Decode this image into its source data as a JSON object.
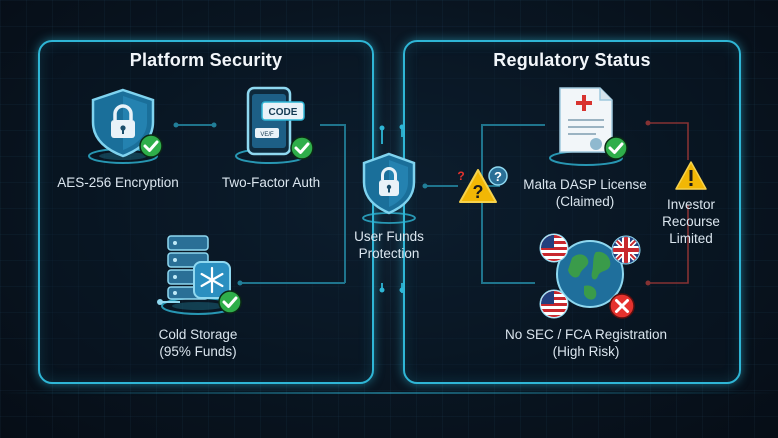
{
  "left_panel": {
    "title": "Platform Security"
  },
  "right_panel": {
    "title": "Regulatory Status"
  },
  "nodes": {
    "encryption": {
      "label": "AES-256 Encryption"
    },
    "two_factor": {
      "label": "Two-Factor Auth",
      "code_text": "CODE",
      "verify_text": "VE/F"
    },
    "cold_storage": {
      "label_line1": "Cold Storage",
      "label_line2": "(95% Funds)"
    },
    "user_funds": {
      "label_line1": "User Funds",
      "label_line2": "Protection"
    },
    "license": {
      "label_line1": "Malta DASP License",
      "label_line2": "(Claimed)"
    },
    "investor": {
      "label_line1": "Investor",
      "label_line2": "Recourse",
      "label_line3": "Limited"
    },
    "registration": {
      "label_line1": "No SEC / FCA Registration",
      "label_line2": "(High Risk)"
    }
  },
  "colors": {
    "accent": "#2fb6d6",
    "success": "#2fae4a",
    "warning": "#f2b705",
    "danger": "#e5322e",
    "link_red": "#c8413b"
  },
  "icons": [
    "lock-shield-icon",
    "phone-code-icon",
    "server-snowflake-icon",
    "lock-shield-icon",
    "question-warning-icon",
    "license-document-icon",
    "warning-icon",
    "globe-flags-icon"
  ]
}
